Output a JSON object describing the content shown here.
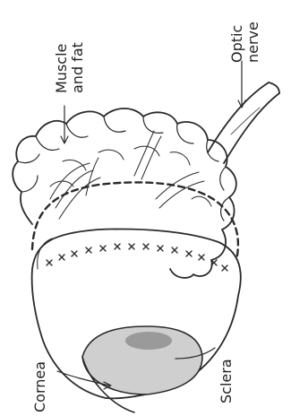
{
  "labels": {
    "muscle_fat": [
      "Muscle",
      "and fat"
    ],
    "optic_nerve": [
      "Optic",
      "nerve"
    ],
    "cornea": "Cornea",
    "sclera": "Sclera"
  },
  "colors": {
    "ink": "#2a2a2a",
    "cornea_fill": "#cfcfcf",
    "cornea_center": "#9a9a9a"
  }
}
